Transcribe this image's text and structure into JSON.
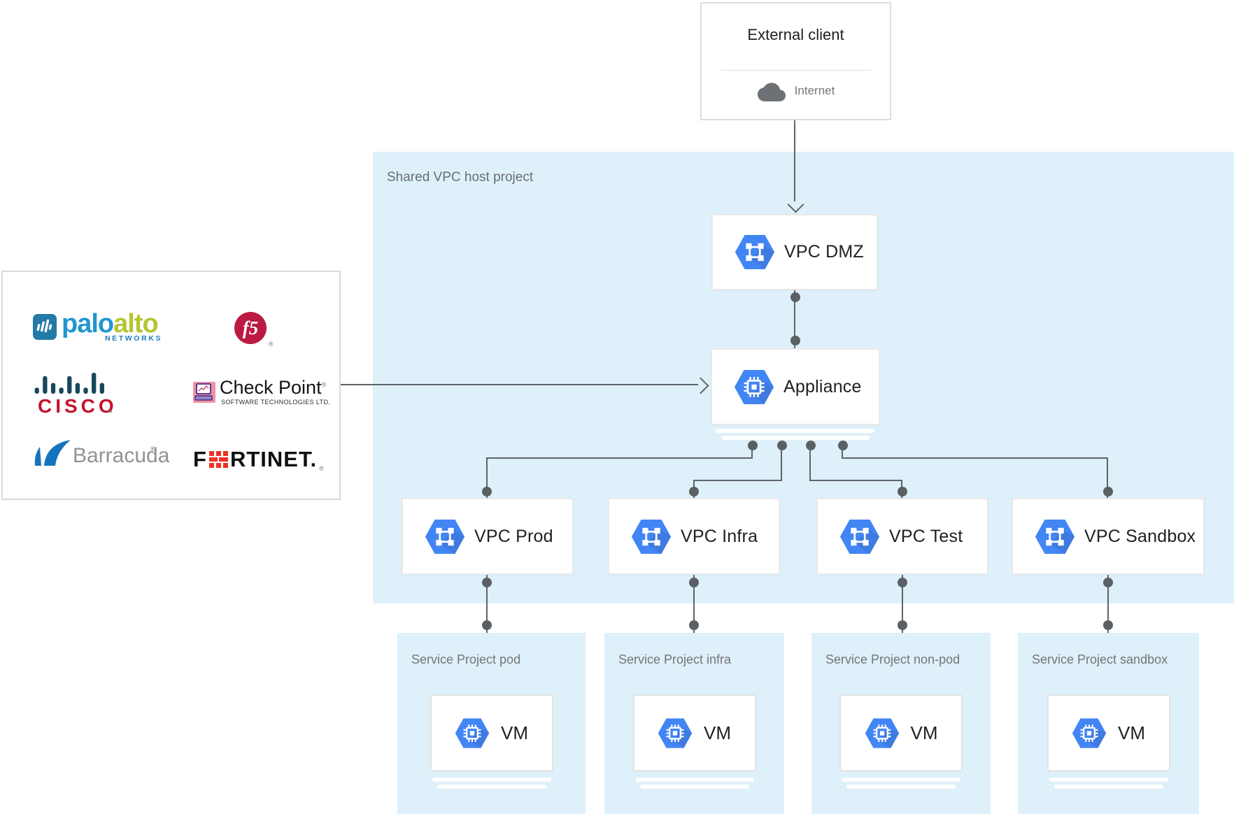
{
  "external_client": {
    "title": "External client",
    "internet_label": "Internet"
  },
  "host_project": {
    "label": "Shared VPC host project"
  },
  "dmz": {
    "label": "VPC DMZ"
  },
  "appliance": {
    "label": "Appliance"
  },
  "vpcs": [
    {
      "label": "VPC Prod"
    },
    {
      "label": "VPC Infra"
    },
    {
      "label": "VPC Test"
    },
    {
      "label": "VPC Sandbox"
    }
  ],
  "service_projects": [
    {
      "label": "Service Project pod",
      "vm_label": "VM"
    },
    {
      "label": "Service Project infra",
      "vm_label": "VM"
    },
    {
      "label": "Service Project non-pod",
      "vm_label": "VM"
    },
    {
      "label": "Service Project sandbox",
      "vm_label": "VM"
    }
  ],
  "vendors": {
    "paloalto": {
      "word_part1": "palo",
      "word_part2": "alto",
      "subtext": "NETWORKS"
    },
    "f5": {
      "label": "f5",
      "reg": "®"
    },
    "cisco": {
      "label": "CISCO",
      "tm": "™"
    },
    "checkpoint": {
      "label": "Check Point",
      "reg": "®",
      "subtext": "SOFTWARE TECHNOLOGIES LTD."
    },
    "barracuda": {
      "label": "Barracuda",
      "reg": "®"
    },
    "fortinet": {
      "part1": "F",
      "part2": "RTINET.",
      "reg": "®"
    }
  },
  "icons": {
    "cloud": "internet-cloud",
    "vpc": "gcp-virtual-network-hexagon",
    "chip": "gcp-compute-engine-hexagon"
  },
  "colors": {
    "host_region_blue": "#def0fa",
    "node_hexagon_blue": "#4285f4",
    "connector_gray": "#5f6368",
    "text_dark": "#202124",
    "text_gray": "#757575",
    "cisco_red": "#c4122e",
    "fortinet_red": "#ee3124",
    "pan_blue": "#2196cf",
    "pan_green": "#b6c432",
    "f5_crimson": "#bc1a41",
    "barracuda_blue": "#1474bd",
    "checkpoint_pink": "#ef93a5"
  }
}
